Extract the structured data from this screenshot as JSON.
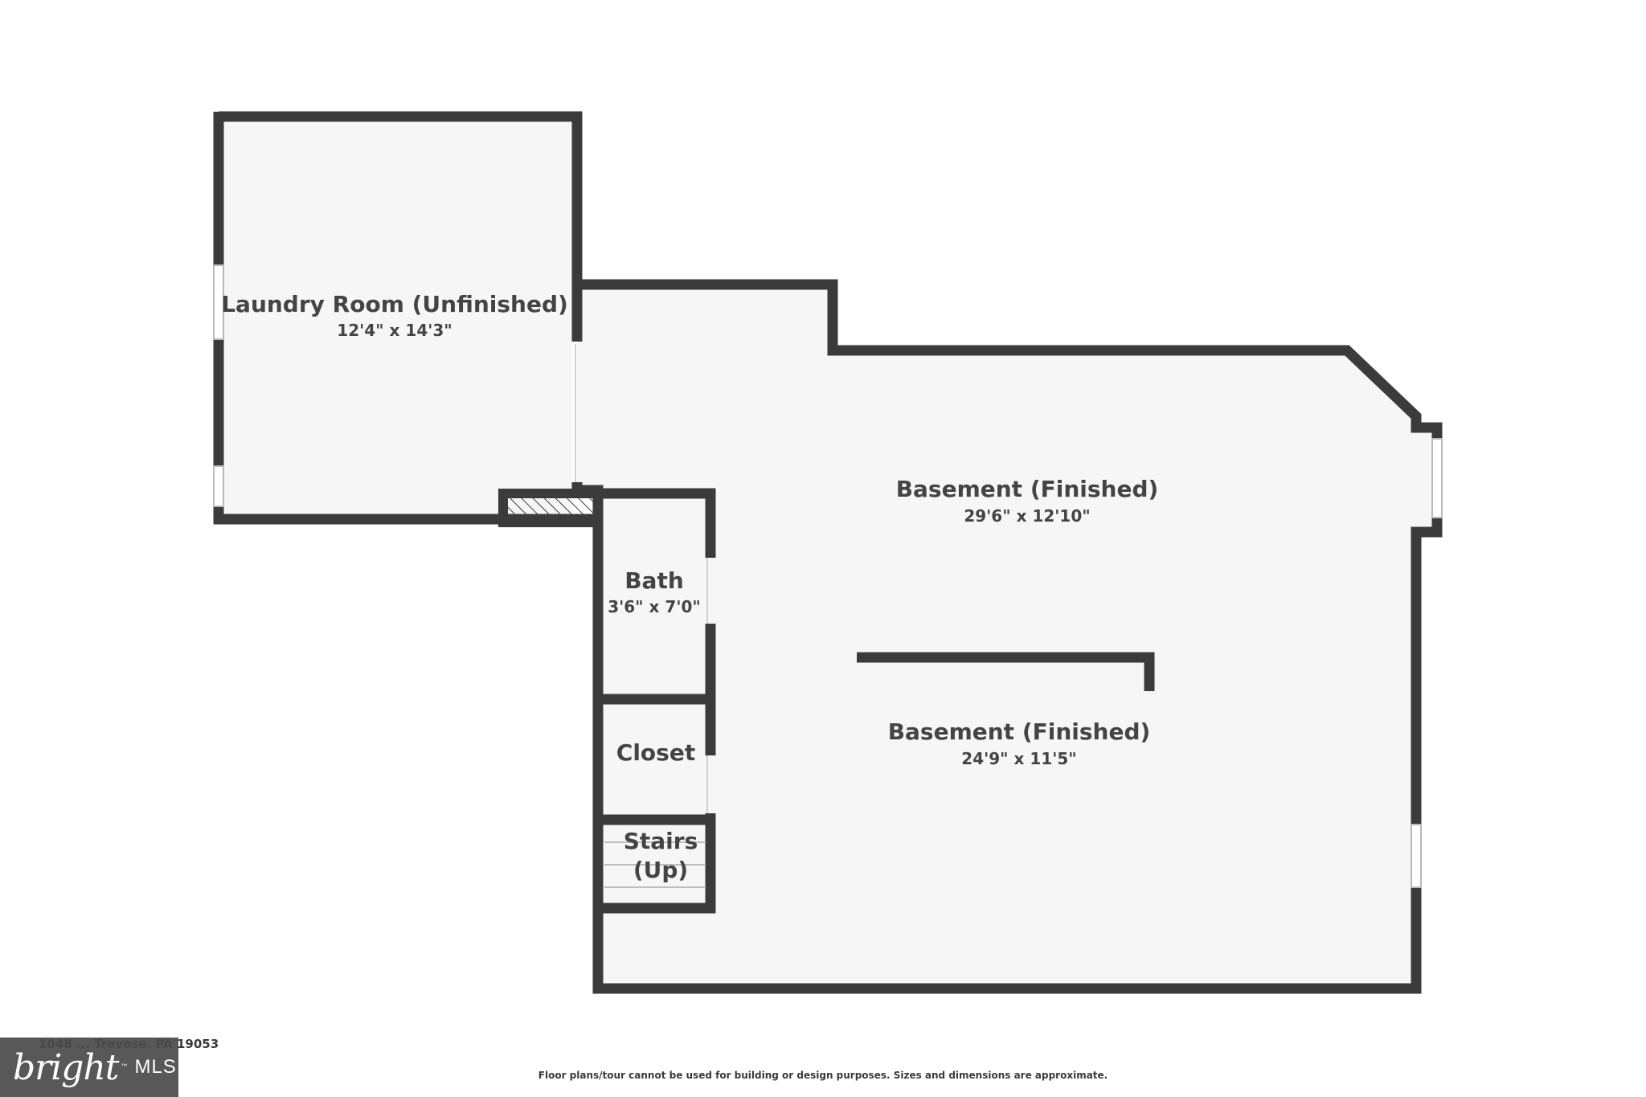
{
  "rooms": [
    {
      "name": "Laundry Room (Unfinished)",
      "dimensions": "12'4\" x 14'3\""
    },
    {
      "name": "Basement (Finished)",
      "dimensions": "29'6\" x 12'10\""
    },
    {
      "name": "Bath",
      "dimensions": "3'6\" x 7'0\""
    },
    {
      "name": "Closet",
      "dimensions": ""
    },
    {
      "name_line1": "Stairs",
      "name_line2": "(Up)"
    },
    {
      "name": "Basement (Finished)",
      "dimensions": "24'9\" x 11'5\""
    }
  ],
  "footer": {
    "address": "1048 ... Trevose, PA 19053",
    "disclaimer": "Floor plans/tour cannot be used for building or design purposes. Sizes and dimensions are approximate."
  },
  "logo": {
    "word": "bright",
    "mls": "MLS",
    "tm": "™"
  },
  "colors": {
    "wall": "#3b3b3b",
    "floor": "#f6f6f6",
    "text": "#444444",
    "logo_bg": "#4a4a4a"
  }
}
